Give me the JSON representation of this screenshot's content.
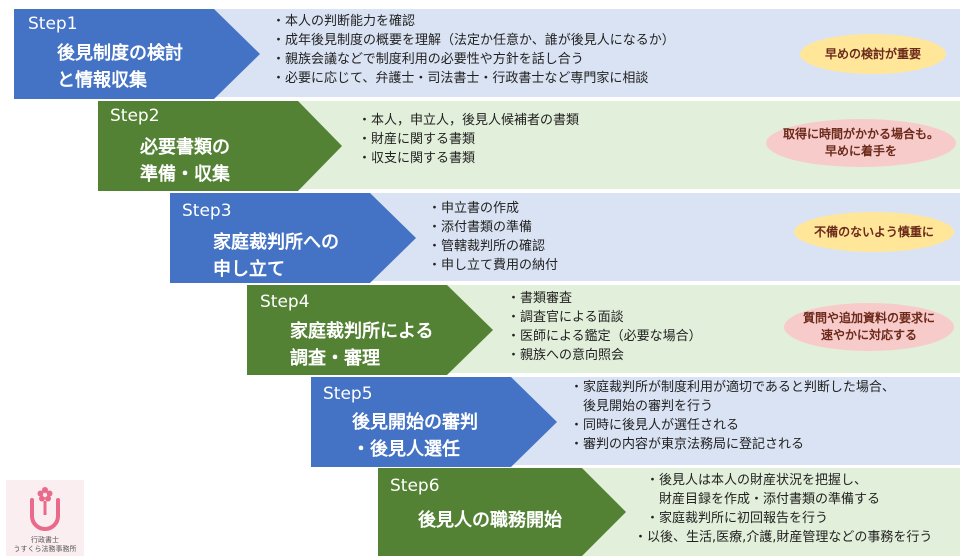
{
  "steps": [
    {
      "label": "Step1",
      "title_lines": [
        "後見制度の検討",
        "と情報収集"
      ],
      "bullets": [
        "・本人の判断能力を確認",
        "・成年後見制度の概要を理解（法定か任意か、誰が後見人になるか）",
        "・親族会議などで制度利用の必要性や方針を話し合う",
        "・必要に応じて、弁護士・司法書士・行政書士など専門家に相談"
      ],
      "note_lines": [
        "早めの検討が重要"
      ]
    },
    {
      "label": "Step2",
      "title_lines": [
        "必要書類の",
        "準備・収集"
      ],
      "bullets": [
        "・本人，申立人，後見人候補者の書類",
        "・財産に関する書類",
        "・収支に関する書類"
      ],
      "note_lines": [
        "取得に時間がかかる場合も。",
        "早めに着手を"
      ]
    },
    {
      "label": "Step3",
      "title_lines": [
        "家庭裁判所への",
        "申し立て"
      ],
      "bullets": [
        "・申立書の作成",
        "・添付書類の準備",
        "・管轄裁判所の確認",
        "・申し立て費用の納付"
      ],
      "note_lines": [
        "不備のないよう慎重に"
      ]
    },
    {
      "label": "Step4",
      "title_lines": [
        "家庭裁判所による",
        "調査・審理"
      ],
      "bullets": [
        "・書類審査",
        "・調査官による面談",
        "・医師による鑑定（必要な場合）",
        "・親族への意向照会"
      ],
      "note_lines": [
        "質問や追加資料の要求に",
        "速やかに対応する"
      ]
    },
    {
      "label": "Step5",
      "title_lines": [
        "後見開始の審判",
        "・後見人選任"
      ],
      "bullets": [
        "・家庭裁判所が制度利用が適切であると判断した場合、",
        "　後見開始の審判を行う",
        "・同時に後見人が選任される",
        "・審判の内容が東京法務局に登記される"
      ],
      "note_lines": []
    },
    {
      "label": "Step6",
      "title_lines": [
        "後見人の職務開始"
      ],
      "bullets": [
        "・後見人は本人の財産状況を把握し、",
        "　財産目録を作成・添付書類の準備する",
        "・家庭裁判所に初回報告を行う",
        "・以後、生活,医療,介護,財産管理などの事務を行う"
      ],
      "note_lines": []
    }
  ],
  "logo": {
    "line1": "行政書士",
    "line2": "うすくら法務事務所"
  },
  "colors": {
    "blue": "#4472c4",
    "green": "#548235",
    "blue_bg": "#dae3f3",
    "green_bg": "#e2efda",
    "note_yellow": "#ffe699",
    "note_pink": "#f8cbcb"
  }
}
